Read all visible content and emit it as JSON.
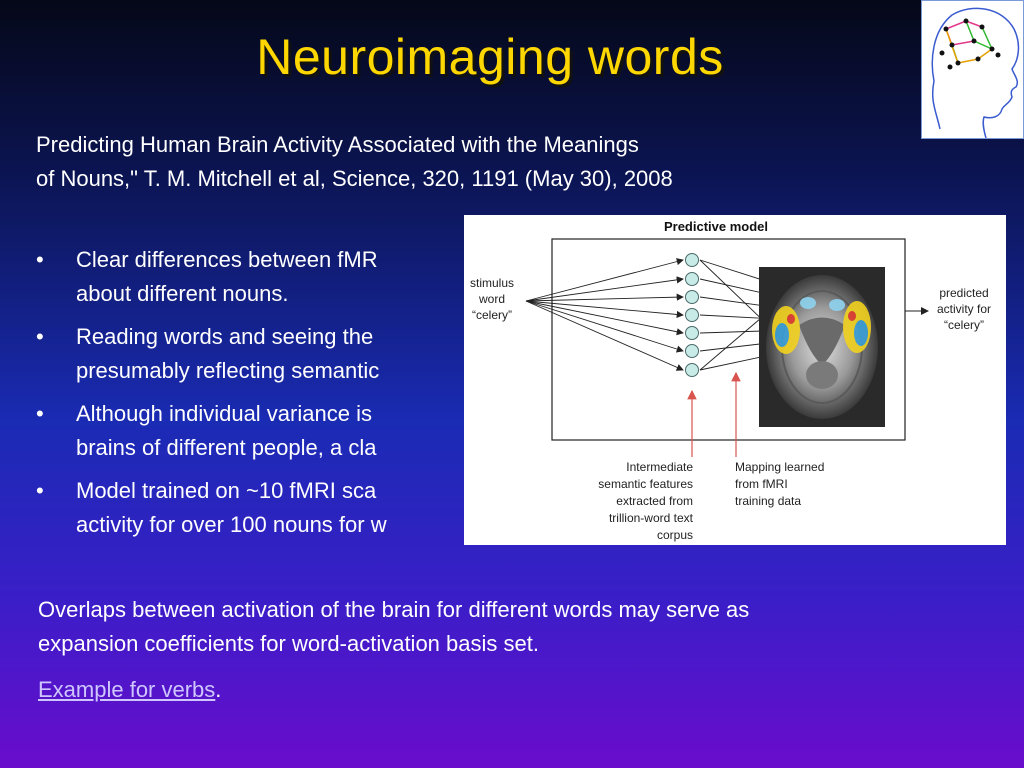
{
  "slide": {
    "title": "Neuroimaging words",
    "citation_line1": "Predicting Human Brain Activity Associated with the Meanings",
    "citation_line2": "of Nouns,\" T. M. Mitchell et al, Science, 320, 1191 (May 30), 2008",
    "bullet_marker": "•",
    "bullets": [
      {
        "line1": "Clear differences between fMR",
        "line2": "about different nouns."
      },
      {
        "line1": "Reading words and seeing the",
        "line2": "presumably reflecting semantic"
      },
      {
        "line1": "Although individual variance is",
        "line2": "brains of different people, a cla"
      },
      {
        "line1": "Model trained on ~10 fMRI sca",
        "line2": "activity for over 100 nouns for w"
      }
    ],
    "overlap_line1": "Overlaps between activation of the brain for different words may serve as",
    "overlap_line2": "expansion coefficients for word-activation basis set.",
    "link_text": "Example for verbs",
    "link_suffix": "."
  },
  "figure": {
    "heading": "Predictive model",
    "stimulus_line1": "stimulus",
    "stimulus_line2": "word",
    "stimulus_line3": "“celery”",
    "predicted_line1": "predicted",
    "predicted_line2": "activity for",
    "predicted_line3": "“celery”",
    "intermediate_line1": "Intermediate",
    "intermediate_line2": "semantic features",
    "intermediate_line3": "extracted from",
    "intermediate_line4": "trillion-word text",
    "intermediate_line5": "corpus",
    "mapping_line1": "Mapping learned",
    "mapping_line2": "from fMRI",
    "mapping_line3": "training data"
  },
  "colors": {
    "title": "#ffd700",
    "link": "#cfc6ff",
    "figure_arrow_red": "#d9534f",
    "figure_node": "#c8ebe8"
  },
  "icons": {
    "logo": "head-network-logo-icon"
  }
}
